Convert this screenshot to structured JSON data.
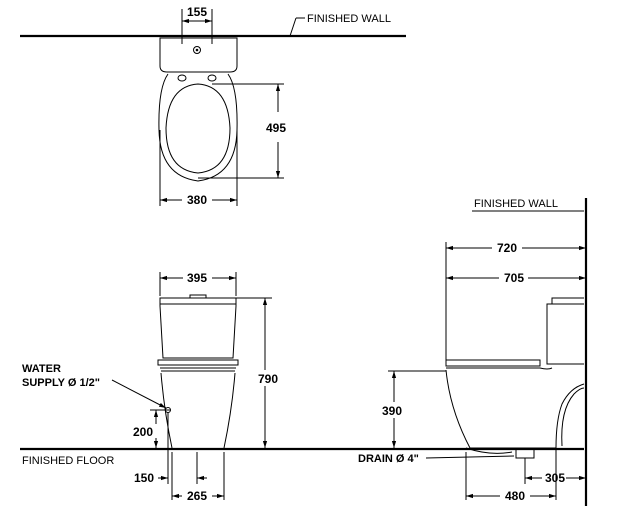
{
  "labels": {
    "finished_wall_top": "FINISHED  WALL",
    "finished_wall_side": "FINISHED  WALL",
    "finished_floor": "FINISHED  FLOOR",
    "water_supply_line1": "WATER",
    "water_supply_line2": "SUPPLY Ø 1/2\"",
    "drain": "DRAIN Ø 4\""
  },
  "dimensions": {
    "top_inlet_offset": "155",
    "top_depth": "495",
    "top_width": "380",
    "front_width": "395",
    "front_height": "790",
    "supply_height": "200",
    "supply_offset": "150",
    "base_width": "265",
    "side_overall": "720",
    "side_tank": "705",
    "seat_height": "390",
    "drain_offset": "305",
    "base_depth": "480"
  }
}
